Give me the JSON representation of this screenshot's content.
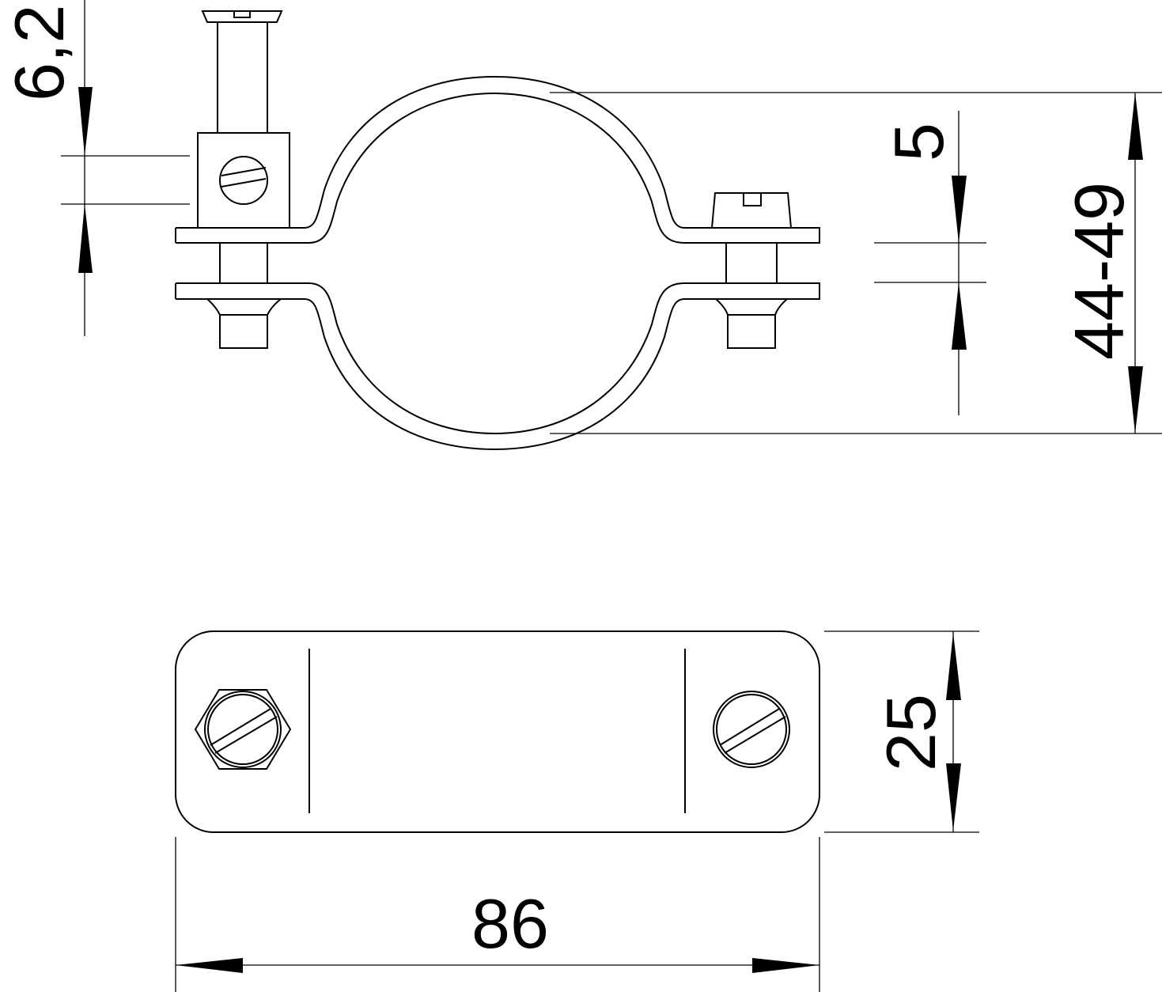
{
  "drawing": {
    "title": "Pipe clamp technical drawing",
    "line_color": "#000000",
    "background": "#ffffff",
    "dimensions": {
      "screw_head_gap": "6,2",
      "flange_gap": "5",
      "pipe_diameter_range": "44-49",
      "width": "25",
      "length": "86"
    }
  }
}
